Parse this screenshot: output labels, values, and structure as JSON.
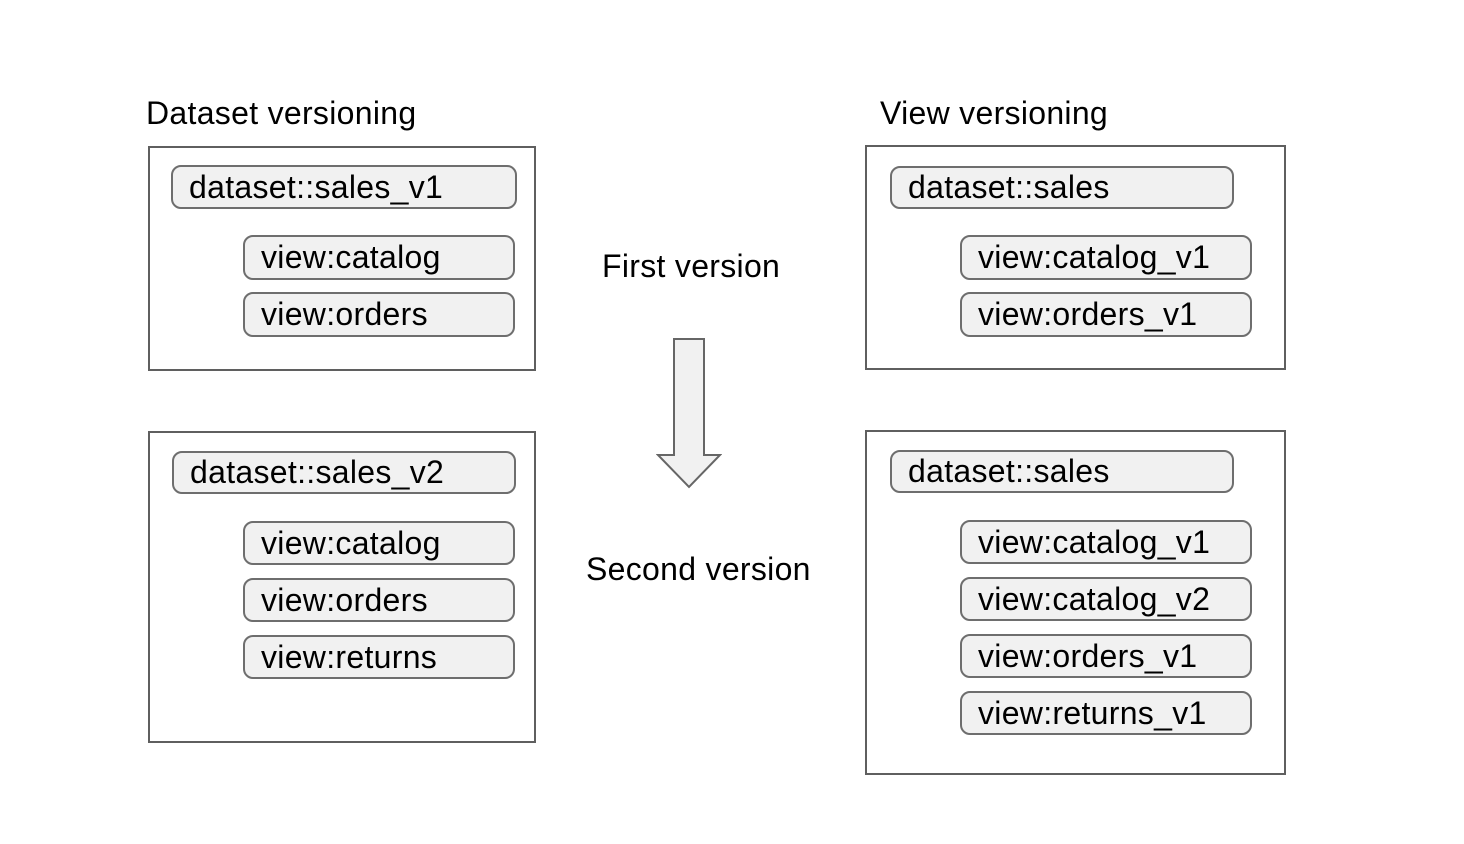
{
  "left_column": {
    "title": "Dataset versioning",
    "box1": {
      "dataset": "dataset::sales_v1",
      "views": [
        "view:catalog",
        "view:orders"
      ]
    },
    "box2": {
      "dataset": "dataset::sales_v2",
      "views": [
        "view:catalog",
        "view:orders",
        "view:returns"
      ]
    }
  },
  "right_column": {
    "title": "View versioning",
    "box1": {
      "dataset": "dataset::sales",
      "views": [
        "view:catalog_v1",
        "view:orders_v1"
      ]
    },
    "box2": {
      "dataset": "dataset::sales",
      "views": [
        "view:catalog_v1",
        "view:catalog_v2",
        "view:orders_v1",
        "view:returns_v1"
      ]
    }
  },
  "center": {
    "first_label": "First version",
    "second_label": "Second version",
    "arrow_icon": "down-arrow-icon"
  },
  "colors": {
    "background": "#ffffff",
    "text": "#000000",
    "box_border": "#5f5f5f",
    "pill_fill": "#f1f1f1",
    "pill_border": "#6e6e6e",
    "arrow_fill": "#f1f1f1",
    "arrow_stroke": "#666666"
  }
}
